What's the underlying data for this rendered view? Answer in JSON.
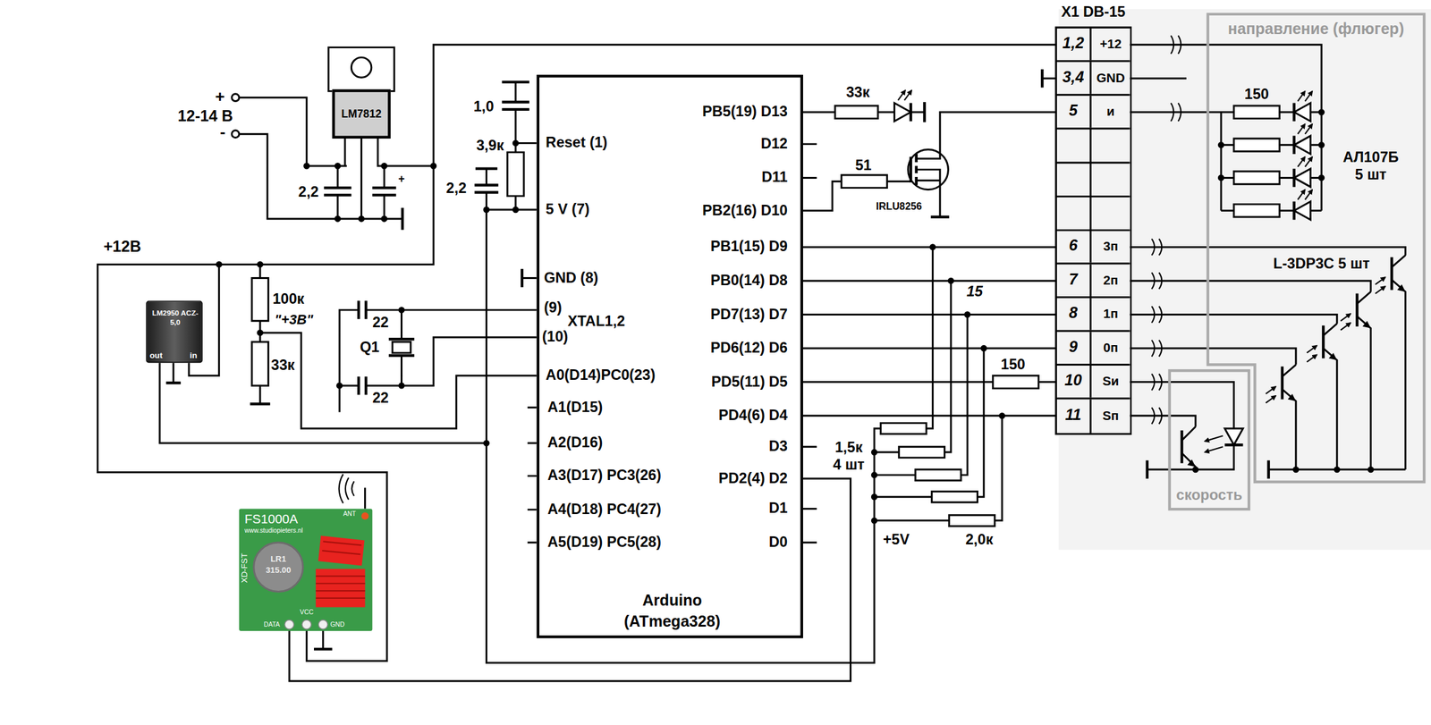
{
  "diagram": {
    "nodes": [
      {
        "text": [
          "LM7812"
        ]
      },
      {
        "text": [
          "LM2950 ACZ-5,0",
          "out",
          "in"
        ]
      },
      {
        "text": [
          "FS1000A",
          "www.studiopieters.nl",
          "XD-FST",
          "ANT",
          "LR1",
          "315.00",
          "DATA",
          "VCC",
          "GND"
        ]
      },
      {
        "text": [
          "Arduino (ATmega328)"
        ]
      },
      {
        "text": [
          "X1 DB-15"
        ]
      },
      {
        "text": [
          "1,2",
          "+12"
        ],
        "in": 4
      },
      {
        "text": [
          "3,4",
          "GND"
        ],
        "in": 4
      },
      {
        "text": [
          "5",
          "и"
        ],
        "in": 4
      },
      {
        "text": [
          "6",
          "3п"
        ],
        "in": 4
      },
      {
        "text": [
          "7",
          "2п"
        ],
        "in": 4
      },
      {
        "text": [
          "8",
          "1п"
        ],
        "in": 4
      },
      {
        "text": [
          "9",
          "0п"
        ],
        "in": 4
      },
      {
        "text": [
          "10",
          "Sи"
        ],
        "in": 4
      },
      {
        "text": [
          "11",
          "Sп"
        ],
        "in": 4
      },
      {
        "text": [
          "направление (флюгер)"
        ]
      },
      {
        "text": [
          "скорость"
        ]
      }
    ],
    "edges": [
      {
        "from": 3,
        "to": 8,
        "arrow": "none"
      },
      {
        "from": 3,
        "to": 9,
        "arrow": "none"
      },
      {
        "from": 3,
        "to": 10,
        "arrow": "none"
      },
      {
        "from": 3,
        "to": 11,
        "arrow": "none"
      },
      {
        "from": 3,
        "to": 12,
        "arrow": "none"
      },
      {
        "from": 3,
        "to": 13,
        "arrow": "none"
      }
    ],
    "labels": [
      "+",
      "12-14 В",
      "-",
      "2,2",
      "+",
      "+12В",
      "100к",
      "\"+3В\"",
      "33к",
      "1,0",
      "3,9к",
      "2,2",
      "22",
      "Q1",
      "22",
      "Reset (1)",
      "5 V (7)",
      "GND (8)",
      "(9)",
      "XTAL1,2",
      "(10)",
      "A0(D14)PC0(23)",
      "A1(D15)",
      "A2(D16)",
      "A3(D17) PC3(26)",
      "A4(D18) PC4(27)",
      "A5(D19) PC5(28)",
      "PB5(19) D13",
      "D12",
      "D11",
      "PB2(16) D10",
      "PB1(15) D9",
      "PB0(14) D8",
      "PD7(13) D7",
      "PD6(12) D6",
      "PD5(11) D5",
      "PD4(6) D4",
      "D3",
      "PD2(4) D2",
      "D1",
      "D0",
      "33к",
      "51",
      "IRLU8256",
      "15",
      "150",
      "1,5к 4 шт",
      "+5V",
      "2,0к",
      "150",
      "АЛ107Б 5 шт",
      "L-3DP3C 5 шт"
    ]
  }
}
